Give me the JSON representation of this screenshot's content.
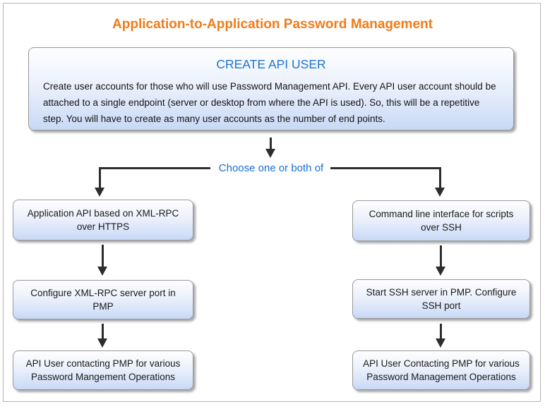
{
  "page": {
    "title": "Application-to-Application Password Management"
  },
  "colors": {
    "title_orange": "#ef7c1a",
    "heading_blue": "#1b74d1",
    "connector_blue": "#1a6fd6",
    "node_gradient_top": "#fefeff",
    "node_gradient_bottom": "#c8d9f6",
    "node_border": "#999999",
    "arrow": "#2d2d2d",
    "outer_border": "#b5b5b5"
  },
  "create_api_user": {
    "title": "CREATE API USER",
    "body": "Create user accounts for those who will use Password Management  API. Every API user account should be attached to  a single endpoint (server or desktop from where the API is used). So, this will be a repetitive step. You will have to create as many user accounts as the number of end points."
  },
  "connector": {
    "label": "Choose one or both of"
  },
  "left_branch": {
    "steps": [
      "Application API based on XML-RPC over HTTPS",
      "Configure XML-RPC server port in PMP",
      "API  User contacting PMP for various Password Mangement Operations"
    ]
  },
  "right_branch": {
    "steps": [
      "Command line interface for scripts over SSH",
      "Start SSH server in PMP. Configure SSH port",
      "API User Contacting PMP for various Password Management Operations"
    ]
  }
}
